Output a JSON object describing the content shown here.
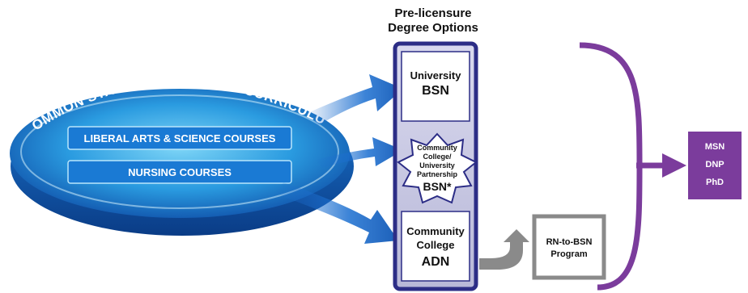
{
  "header": {
    "line1": "Pre-licensure",
    "line2": "Degree Options"
  },
  "curriculum": {
    "arc_title": "COMMON STATEWIDE NURSING CURRICULUM",
    "courses": [
      "LIBERAL ARTS & SCIENCE COURSES",
      "NURSING COURSES"
    ]
  },
  "options": {
    "university": {
      "line1": "University",
      "degree": "BSN"
    },
    "partnership": {
      "line1": "Community",
      "line2": "College/",
      "line3": "University",
      "line4": "Partnership",
      "degree": "BSN*"
    },
    "community": {
      "line1": "Community",
      "line2": "College",
      "degree": "ADN"
    }
  },
  "rn_to_bsn": {
    "line1": "RN-to-BSN",
    "line2": "Program"
  },
  "graduate": {
    "items": [
      "MSN",
      "DNP",
      "PhD"
    ]
  },
  "colors": {
    "navy": "#2c2d86",
    "blue": "#1f6fcf",
    "light_blue": "#5cc0f0",
    "purple": "#7b3c9c",
    "gray": "#8a8a8a"
  }
}
